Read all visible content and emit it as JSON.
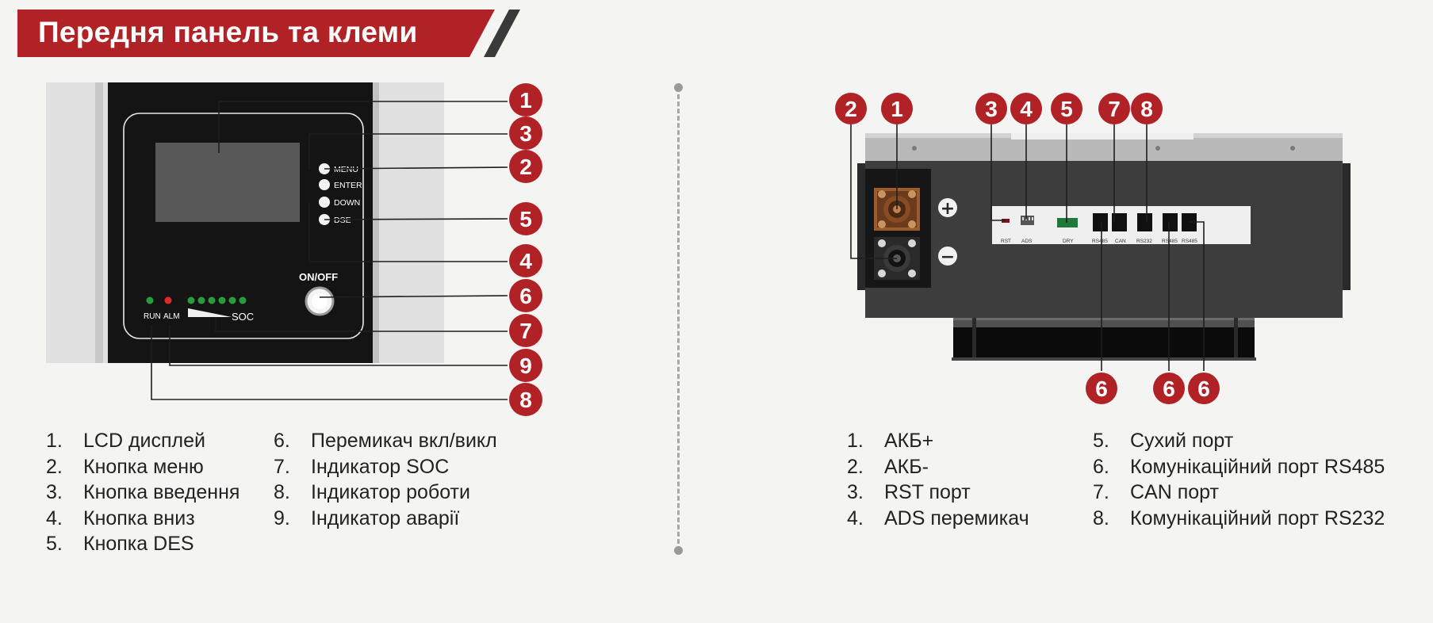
{
  "title": "Передня панель та клеми",
  "colors": {
    "accent": "#b02225",
    "dark_panel": "#141414",
    "connector": "#222222"
  },
  "front_panel": {
    "buttons": [
      "MENU",
      "ENTER",
      "DOWN",
      "DSE"
    ],
    "power_label": "ON/OFF",
    "led_labels": [
      "RUN",
      "ALM"
    ],
    "soc_label": "SOC",
    "badges": [
      "1",
      "3",
      "2",
      "5",
      "4",
      "6",
      "7",
      "9",
      "8"
    ]
  },
  "rear_panel": {
    "top_badges": [
      "2",
      "1",
      "3",
      "4",
      "5",
      "7",
      "8"
    ],
    "bottom_badges": [
      "6",
      "6",
      "6"
    ],
    "plus_symbol": "+",
    "minus_symbol": "−",
    "port_labels": [
      "RST",
      "ADS",
      "DRY",
      "RS485",
      "CAN",
      "RS232",
      "RS485",
      "RS485"
    ]
  },
  "legend_front": {
    "col1": [
      {
        "num": "1.",
        "text": "LCD дисплей"
      },
      {
        "num": "2.",
        "text": "Кнопка меню"
      },
      {
        "num": "3.",
        "text": "Кнопка введення"
      },
      {
        "num": "4.",
        "text": "Кнопка вниз"
      },
      {
        "num": "5.",
        "text": "Кнопка DES"
      }
    ],
    "col2": [
      {
        "num": "6.",
        "text": "Перемикач вкл/викл"
      },
      {
        "num": "7.",
        "text": "Індикатор SOC"
      },
      {
        "num": "8.",
        "text": "Індикатор роботи"
      },
      {
        "num": "9.",
        "text": "Індикатор аварії"
      }
    ]
  },
  "legend_rear": {
    "col1": [
      {
        "num": "1.",
        "text": "АКБ+"
      },
      {
        "num": "2.",
        "text": "АКБ-"
      },
      {
        "num": "3.",
        "text": "RST порт"
      },
      {
        "num": "4.",
        "text": "ADS перемикач"
      }
    ],
    "col2": [
      {
        "num": "5.",
        "text": "Сухий порт"
      },
      {
        "num": "6.",
        "text": "Комунікаційний порт RS485"
      },
      {
        "num": "7.",
        "text": "CAN порт"
      },
      {
        "num": "8.",
        "text": "Комунікаційний порт RS232"
      }
    ]
  }
}
